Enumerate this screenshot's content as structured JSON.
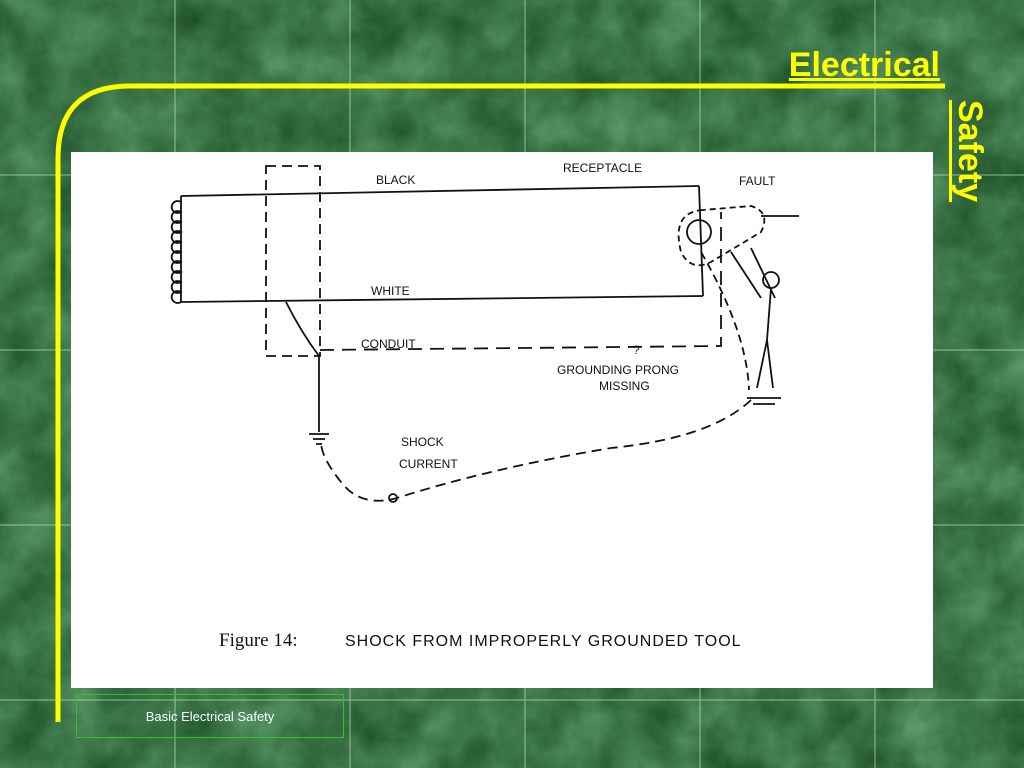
{
  "slide": {
    "title_line1": "Electrical",
    "title_line2": "Safety",
    "footer": "Basic Electrical Safety",
    "accent_color": "#ffff00",
    "background_color": "#1f5a2a"
  },
  "diagram": {
    "labels": {
      "black": "BLACK",
      "receptacle": "RECEPTACLE",
      "fault": "FAULT",
      "white": "WHITE",
      "conduit": "CONDUIT",
      "grounding_line1": "GROUNDING PRONG",
      "grounding_line2": "MISSING",
      "question": "?",
      "shock_line1": "SHOCK",
      "shock_line2": "CURRENT"
    },
    "caption_prefix": "Figure 14:",
    "caption_text": "SHOCK FROM IMPROPERLY GROUNDED TOOL"
  }
}
